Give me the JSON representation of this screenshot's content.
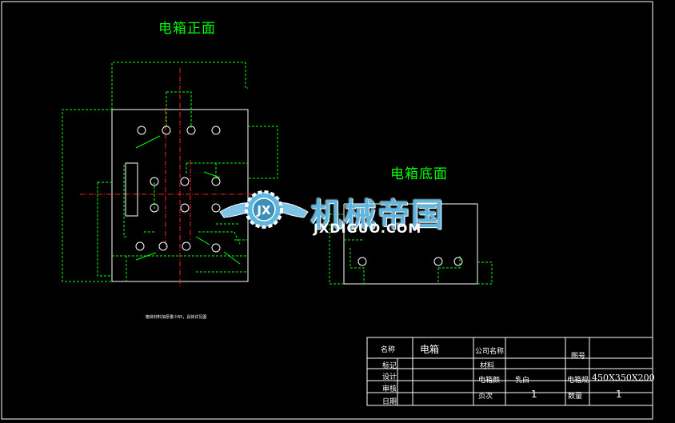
{
  "drawing": {
    "front_view_title": "电箱正面",
    "bottom_view_title": "电箱底面",
    "note": "箱体材料加厚量少65，具体详见图"
  },
  "watermark": {
    "chinese": "机械帝国",
    "english": "JXDIGUO.COM",
    "logo_letters": "JX"
  },
  "title_block": {
    "name_label": "名称",
    "name_value": "电箱",
    "mark_label": "标记",
    "design_label": "设计",
    "review_label": "审核",
    "date_label": "日期",
    "company_label": "公司名称",
    "material_label": "材料",
    "color_label": "电箱颜",
    "color_value": "乳白",
    "page_label": "页次",
    "page_value": "1",
    "drawing_no_label": "图号",
    "spec_label": "电箱规",
    "spec_value": "450X350X200",
    "qty_label": "数量",
    "qty_value": "1"
  },
  "colors": {
    "background": "#000000",
    "outline": "#ffffff",
    "hidden_line": "#00ff00",
    "center_line": "#ff2020",
    "title_text": "#00ff00",
    "watermark": "#5fb7df"
  }
}
